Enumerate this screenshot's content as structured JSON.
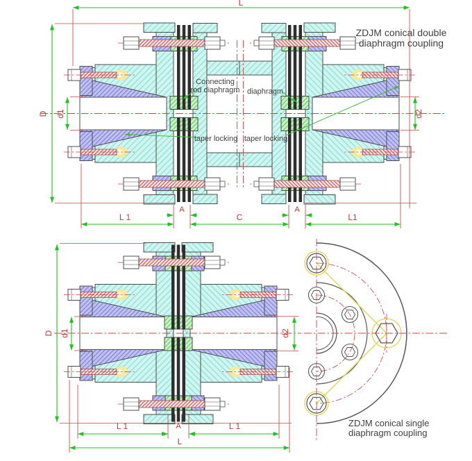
{
  "double_view": {
    "title_lines": [
      "ZDJM conical double",
      "diaphragm coupling"
    ],
    "callouts": {
      "connecting_rod_lines": [
        "Connecting",
        "rod diaphragm"
      ],
      "diaphragm": "diaphragm",
      "taper_locking_left": "taper locking",
      "taper_locking_right": "taper locking"
    },
    "dims": {
      "overall_length": "L",
      "flange_diameter": "D",
      "bore_left": "d1",
      "bore_right": "d2",
      "hub_length_left": "L 1",
      "gap_left": "A",
      "spacer_length": "C",
      "gap_right": "A",
      "hub_length_right": "L1"
    }
  },
  "single_view": {
    "title_lines": [
      "ZDJM conical single",
      "diaphragm coupling"
    ],
    "dims": {
      "flange_diameter": "D",
      "bore_left": "d1",
      "bore_right": "d2",
      "hub_length_left": "L 1",
      "gap": "A",
      "hub_length_right": "L 1",
      "overall_length": "L"
    }
  },
  "colors": {
    "dimension_green": "#1ec41e",
    "centerline_red": "#d04343",
    "dim_text_red": "#cc3434",
    "callout_text": "#3f3f3f",
    "hub_hatch_bg": "#cff5f0",
    "hub_hatch_line": "#80dcd2",
    "taper_sleeve_bg": "#bfc0f0",
    "taper_sleeve_line": "#7579d4",
    "clamp_ring_bg": "#c6f1c4",
    "clamp_ring_line": "#5ec75e",
    "bolt_hatch_bg": "#f4dcdc",
    "bolt_hatch_line": "#b24e4e",
    "diaphragm_dark": "#2e2e2e",
    "outline": "#4c4c4c",
    "highlight_yellow": "#f2ea9c"
  }
}
